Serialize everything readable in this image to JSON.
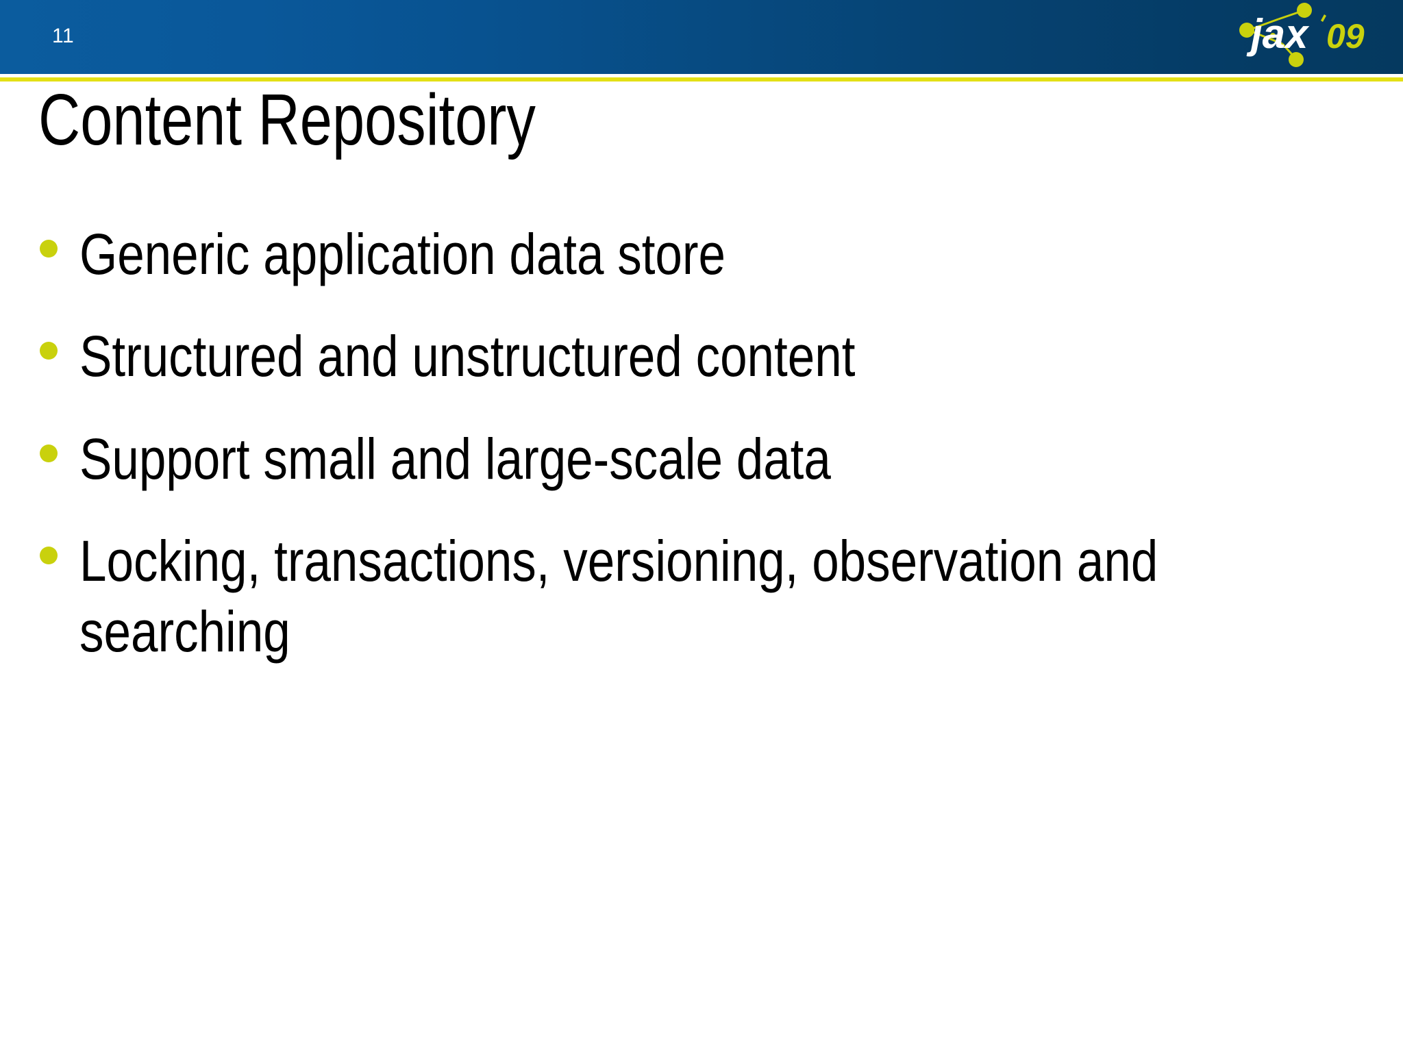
{
  "slide": {
    "number": "11",
    "title": "Content Repository",
    "bullets": [
      {
        "text": "Generic application data store"
      },
      {
        "text": "Structured and unstructured content"
      },
      {
        "text": "Support small and large-scale data"
      },
      {
        "text": "Locking, transactions, versioning, observation and searching"
      }
    ]
  },
  "header": {
    "logo": {
      "wordmark": "jax",
      "year": "09",
      "icon_name": "jax-network-logo"
    },
    "colors": {
      "band_left": "#0b5c9e",
      "band_right": "#05395f",
      "rule": "#e3e016",
      "logo_accent": "#c9d10d",
      "logo_text": "#ffffff",
      "slide_number": "#ffffff"
    }
  },
  "theme": {
    "background": "#ffffff",
    "bullet_color": "#c9d10d",
    "text_color": "#000000"
  }
}
